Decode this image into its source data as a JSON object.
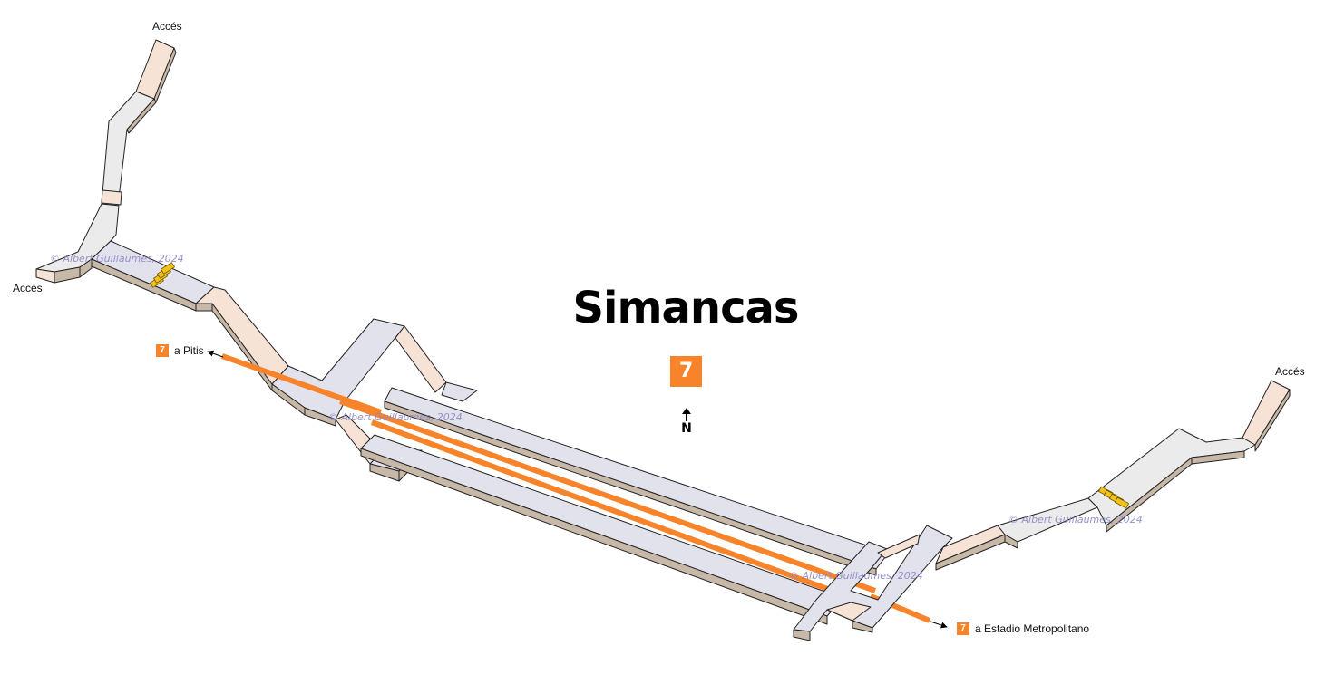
{
  "station": {
    "name": "Simancas",
    "line": "7"
  },
  "north_label": "N",
  "accesses": [
    "Accés",
    "Accés",
    "Accés"
  ],
  "destinations": [
    {
      "line": "7",
      "label": "a Pitis"
    },
    {
      "line": "7",
      "label": "a Estadio Metropolitano"
    }
  ],
  "copyright": "© Albert Guillaumes, 2024",
  "colors": {
    "line7": "#f7842a",
    "corridor_top": "#ebebeb",
    "platform_top": "#e2e2ec",
    "stairs_top": "#f6e3d6",
    "side_face": "#c7b8a7",
    "escalator": "#f2c21a"
  },
  "icons": {
    "north": "north-arrow-icon",
    "stairs": "staircase-icon",
    "escalator": "escalator-icon"
  }
}
